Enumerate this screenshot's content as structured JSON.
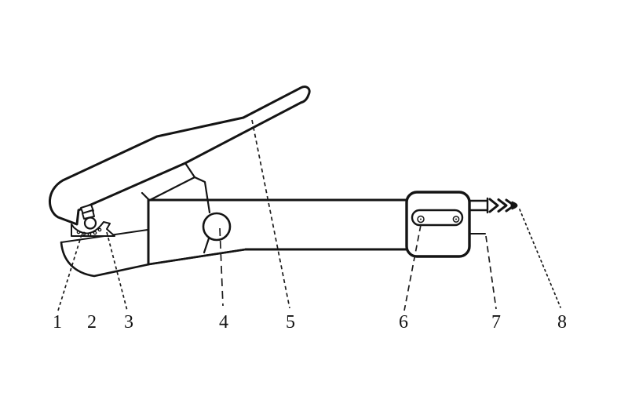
{
  "figure": {
    "kind": "line-drawing",
    "background_color": "#ffffff",
    "line_color": "#141414"
  },
  "labels": [
    {
      "text": "1"
    },
    {
      "text": "2"
    },
    {
      "text": "3"
    },
    {
      "text": "4"
    },
    {
      "text": "5"
    },
    {
      "text": "6"
    },
    {
      "text": "7"
    },
    {
      "text": "8"
    }
  ]
}
